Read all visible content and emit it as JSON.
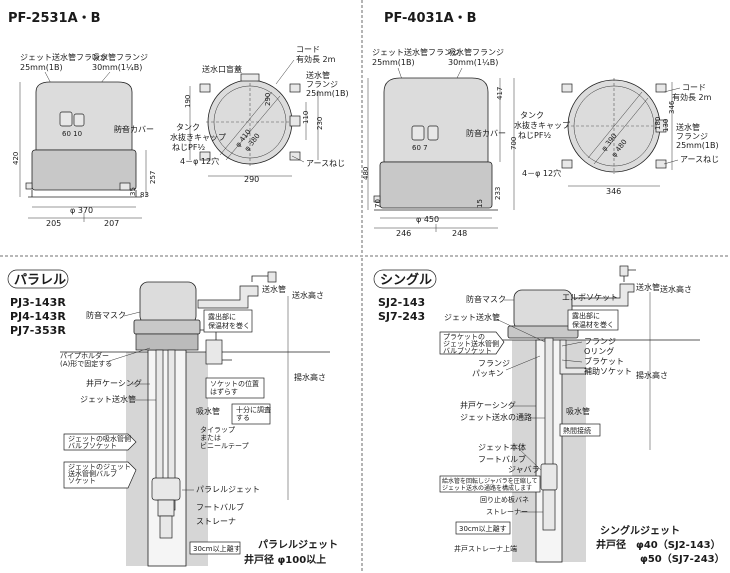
{
  "divider": {
    "note": ""
  },
  "top_left": {
    "title": "PF-2531A・B",
    "labels": {
      "jet_flange": "ジェット送水管フランジ",
      "jet_flange_size": "25mm(1B)",
      "suction_flange": "吸水管フランジ",
      "suction_flange_size": "30mm(1¼B)",
      "dims_60_10": "60 10",
      "cover": "防音カバー",
      "d370": "φ 370",
      "w205": "205",
      "w207": "207",
      "h420": "420",
      "h257": "257",
      "h83": "83",
      "h35": "35",
      "inlet_lid": "送水口盲蓋",
      "cord": "コード",
      "cord_len": "有効長 2m",
      "out_flange": "送水管",
      "out_flange2": "フランジ",
      "out_flange_size": "25mm(1B)",
      "tank": "タンク",
      "drain_cap": "水抜きキャップ",
      "drain_cap2": "ねじPF½",
      "holes": "4－φ 12穴",
      "earth": "アースねじ",
      "p190": "190",
      "p110": "110",
      "p230": "230",
      "p290": "290",
      "p410": "φ 410",
      "p380": "φ 380",
      "p290b": "290"
    }
  },
  "top_right": {
    "title": "PF-4031A・B",
    "labels": {
      "jet_flange": "ジェット送水管フランジ",
      "jet_flange_size": "25mm(1B)",
      "suction_flange": "吸水管フランジ",
      "suction_flange_size": "30mm(1¼B)",
      "dims_60_7": "60 7",
      "cover": "防音カバー",
      "d450": "φ 450",
      "w246": "246",
      "w248": "248",
      "h480": "480",
      "h233": "233",
      "h70": "70",
      "h15": "15",
      "h417": "417",
      "h700": "700",
      "cord": "コード",
      "cord_len": "有効長 2m",
      "tank": "タンク",
      "drain_cap": "水抜きキャップ",
      "drain_cap2": "ねじPF½",
      "out_flange": "送水管",
      "out_flange2": "フランジ",
      "out_flange_size": "25mm(1B)",
      "holes": "4－φ 12穴",
      "earth": "アースねじ",
      "p346": "346",
      "p346b": "346",
      "p180": "180",
      "p130": "130",
      "p390": "φ 390",
      "p480": "φ 480"
    }
  },
  "bottom_left": {
    "badge": "パラレル",
    "models": [
      "PJ3-143R",
      "PJ4-143R",
      "PJ7-353R"
    ],
    "labels": {
      "mask": "防音マスク",
      "pipe_holder1": "パイプホルダー",
      "pipe_holder2": "(A)形で固定する",
      "casing": "井戸ケーシング",
      "jet_pipe": "ジェット送水管",
      "suction_valve1": "ジェットの吸水管側",
      "suction_valve2": "バルブソケット",
      "jet_valve1": "ジェットのジェット",
      "jet_valve2": "送水管側バルブ",
      "jet_valve3": "ソケット",
      "out_pipe": "送水管",
      "out_height": "送水高さ",
      "exposed1": "露出部に",
      "exposed2": "保温材を巻く",
      "socket1": "ソケットの位置",
      "socket2": "はずらす",
      "suction_pipe": "吸水管",
      "check1": "十分に調査",
      "check2": "する",
      "tie1": "タイラップ",
      "tie2": "または",
      "tie3": "ビニールテープ",
      "water_height": "揚水高さ",
      "parallel_jet": "パラレルジェット",
      "foot_valve": "フートバルブ",
      "strainer": "ストレーナ",
      "above30": "30cm以上離す",
      "caption1": "パラレルジェット",
      "caption2": "井戸径 φ100以上"
    }
  },
  "bottom_right": {
    "badge": "シングル",
    "models": [
      "SJ2-143",
      "SJ7-243"
    ],
    "labels": {
      "mask": "防音マスク",
      "jet_pipe": "ジェット送水管",
      "elbow": "エルボソケット",
      "out_pipe": "送水管",
      "out_height": "送水高さ",
      "exposed1": "露出部に",
      "exposed2": "保温材を巻く",
      "flange_valve1": "プラケットの",
      "flange_valve2": "ジェット送水管側",
      "flange_valve3": "バルブソケット",
      "flange": "フランジ",
      "packing": "パッキン",
      "flange2": "フランジ",
      "oring": "Oリング",
      "bracket": "ブラケット",
      "aux_socket": "補助ソケット",
      "water_height": "揚水高さ",
      "casing": "井戸ケーシング",
      "jet_path": "ジェット送水の通路",
      "suction_pipe": "吸水管",
      "heat_joint": "熱間接続",
      "jet_body": "ジェット本体",
      "foot_valve": "フートバルブ",
      "bellows": "ジャバラ",
      "note1": "給水管を回転しジャバラを圧縮して",
      "note2": "ジェット送水の通路を構成します",
      "spring": "回り止め板バネ",
      "strainer": "ストレーナー",
      "above30": "30cm以上離す",
      "well_top": "井戸ストレーナ上端",
      "caption1": "シングルジェット",
      "caption2": "井戸径　φ40（SJ2-143）",
      "caption3": "φ50（SJ7-243）"
    }
  }
}
